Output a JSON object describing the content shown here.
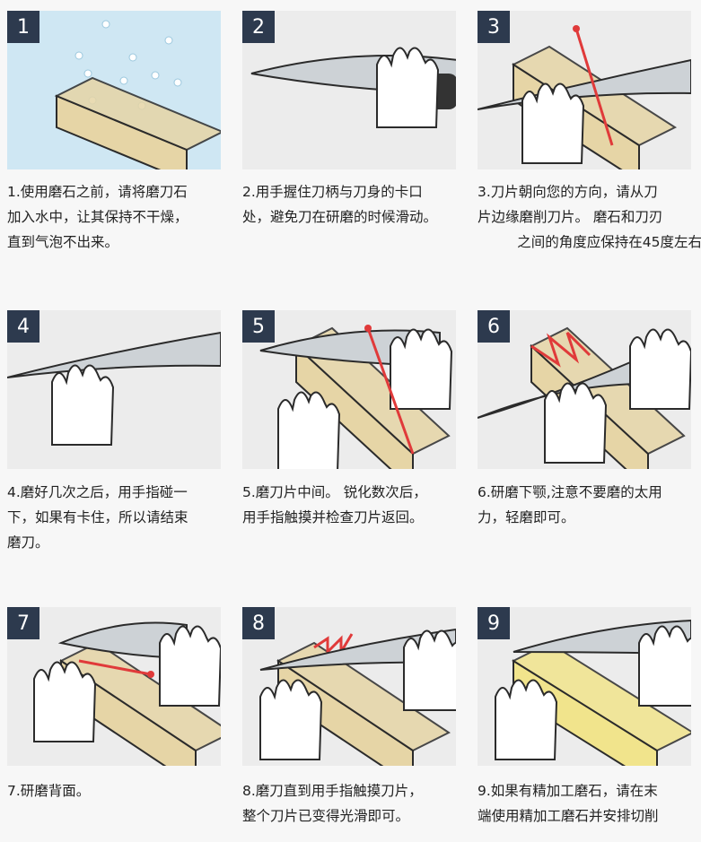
{
  "colors": {
    "badge": "#2d3a4e",
    "panel": "#ececec",
    "water": "#cfe7f3",
    "stone": "#e6d5a6",
    "fine_stone": "#f1e48c",
    "arrow": "#e03a3a",
    "blade": "#cdd2d6"
  },
  "steps": [
    {
      "number": "1",
      "lines": [
        "1.使用磨石之前，请将磨刀石",
        "加入水中，让其保持不干燥，",
        "直到气泡不出来。"
      ]
    },
    {
      "number": "2",
      "lines": [
        "2.用手握住刀柄与刀身的卡口",
        "处，避免刀在研磨的时候滑动。"
      ]
    },
    {
      "number": "3",
      "lines": [
        "3.刀片朝向您的方向，请从刀",
        "片边缘磨削刀片。 磨石和刀刃",
        "之间的角度应保持在45度左右"
      ]
    },
    {
      "number": "4",
      "lines": [
        "4.磨好几次之后，用手指碰一",
        "下，如果有卡住，所以请结束",
        "磨刀。"
      ]
    },
    {
      "number": "5",
      "lines": [
        "5.磨刀片中间。 锐化数次后，",
        "用手指触摸并检查刀片返回。"
      ]
    },
    {
      "number": "6",
      "lines": [
        "6.研磨下颚,注意不要磨的太用",
        "力，轻磨即可。"
      ]
    },
    {
      "number": "7",
      "lines": [
        "7.研磨背面。"
      ]
    },
    {
      "number": "8",
      "lines": [
        "8.磨刀直到用手指触摸刀片，",
        "整个刀片已变得光滑即可。"
      ]
    },
    {
      "number": "9",
      "lines": [
        "9.如果有精加工磨石，请在末",
        "端使用精加工磨石并安排切削"
      ]
    }
  ]
}
